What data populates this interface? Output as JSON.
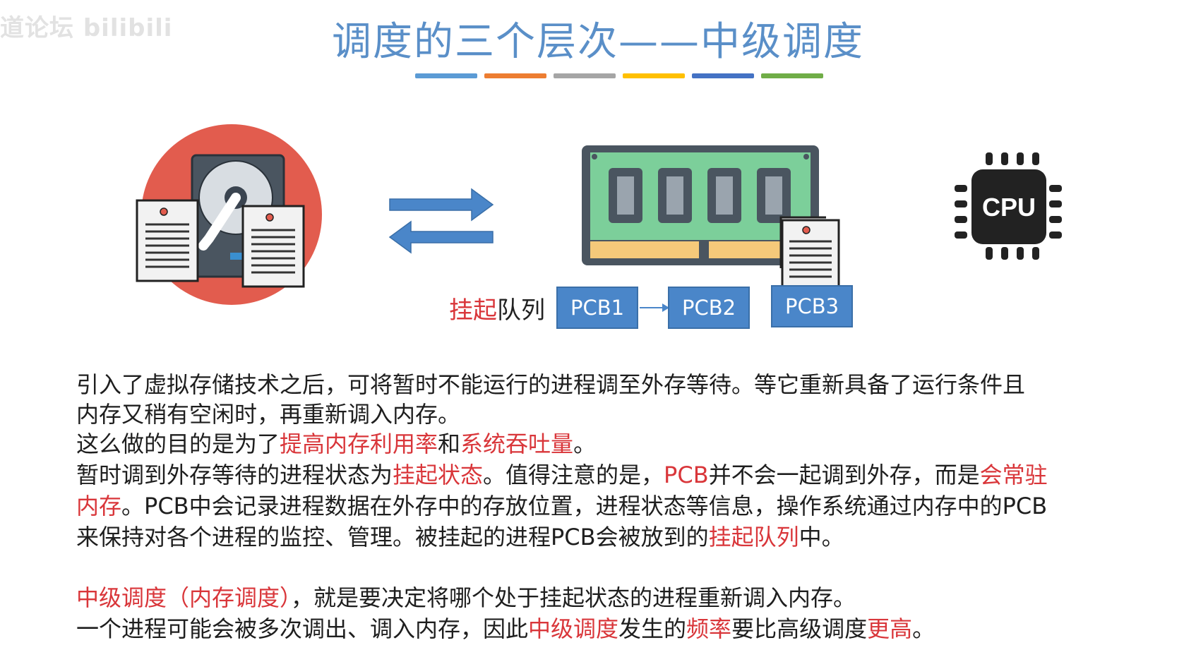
{
  "watermark": "道论坛 bilibili",
  "title": "调度的三个层次——中级调度",
  "title_bar_colors": [
    "#5b9bd5",
    "#ed7d31",
    "#a5a5a5",
    "#ffc000",
    "#4472c4",
    "#70ad47"
  ],
  "colors": {
    "title": "#5a8fc8",
    "highlight": "#d9363a",
    "pcb_box": "#4a86c9",
    "arrow": "#4a86c9"
  },
  "icons": {
    "disk": "hard-disk-icon",
    "memory": "ram-module-icon",
    "cpu": "cpu-chip-icon",
    "doc": "document-icon",
    "arrow_right": "arrow-right-icon",
    "arrow_left": "arrow-left-icon"
  },
  "cpu_label": "CPU",
  "queue": {
    "label_red": "挂起",
    "label_rest": "队列",
    "items": [
      "PCB1",
      "PCB2",
      "PCB3"
    ]
  },
  "paragraphs": {
    "p1_line1": "引入了虚拟存储技术之后，可将暂时不能运行的进程调至外存等待。等它重新具备了运行条件且",
    "p1_line2": "内存又稍有空闲时，再重新调入内存。",
    "p2_a": "这么做的目的是为了",
    "p2_b": "提高内存利用率",
    "p2_c": "和",
    "p2_d": "系统吞吐量",
    "p2_e": "。",
    "p3_a": "暂时调到外存等待的进程状态为",
    "p3_b": "挂起状态",
    "p3_c": "。值得注意的是，",
    "p3_d": "PCB",
    "p3_e": "并不会一起调到外存，而是",
    "p3_f": "会常驻",
    "p3_g": "内存",
    "p3_h": "。PCB中会记录进程数据在外存中的存放位置，进程状态等信息，操作系统通过内存中的PCB",
    "p3_i": "来保持对各个进程的监控、管理。被挂起的进程PCB会被放到的",
    "p3_j": "挂起队列",
    "p3_k": "中。",
    "p4_a": "中级调度（内存调度）",
    "p4_b": "，就是要决定将哪个处于挂起状态的进程重新调入内存。",
    "p5_a": "一个进程可能会被多次调出、调入内存，因此",
    "p5_b": "中级调度",
    "p5_c": "发生的",
    "p5_d": "频率",
    "p5_e": "要比高级调度",
    "p5_f": "更高",
    "p5_g": "。"
  }
}
